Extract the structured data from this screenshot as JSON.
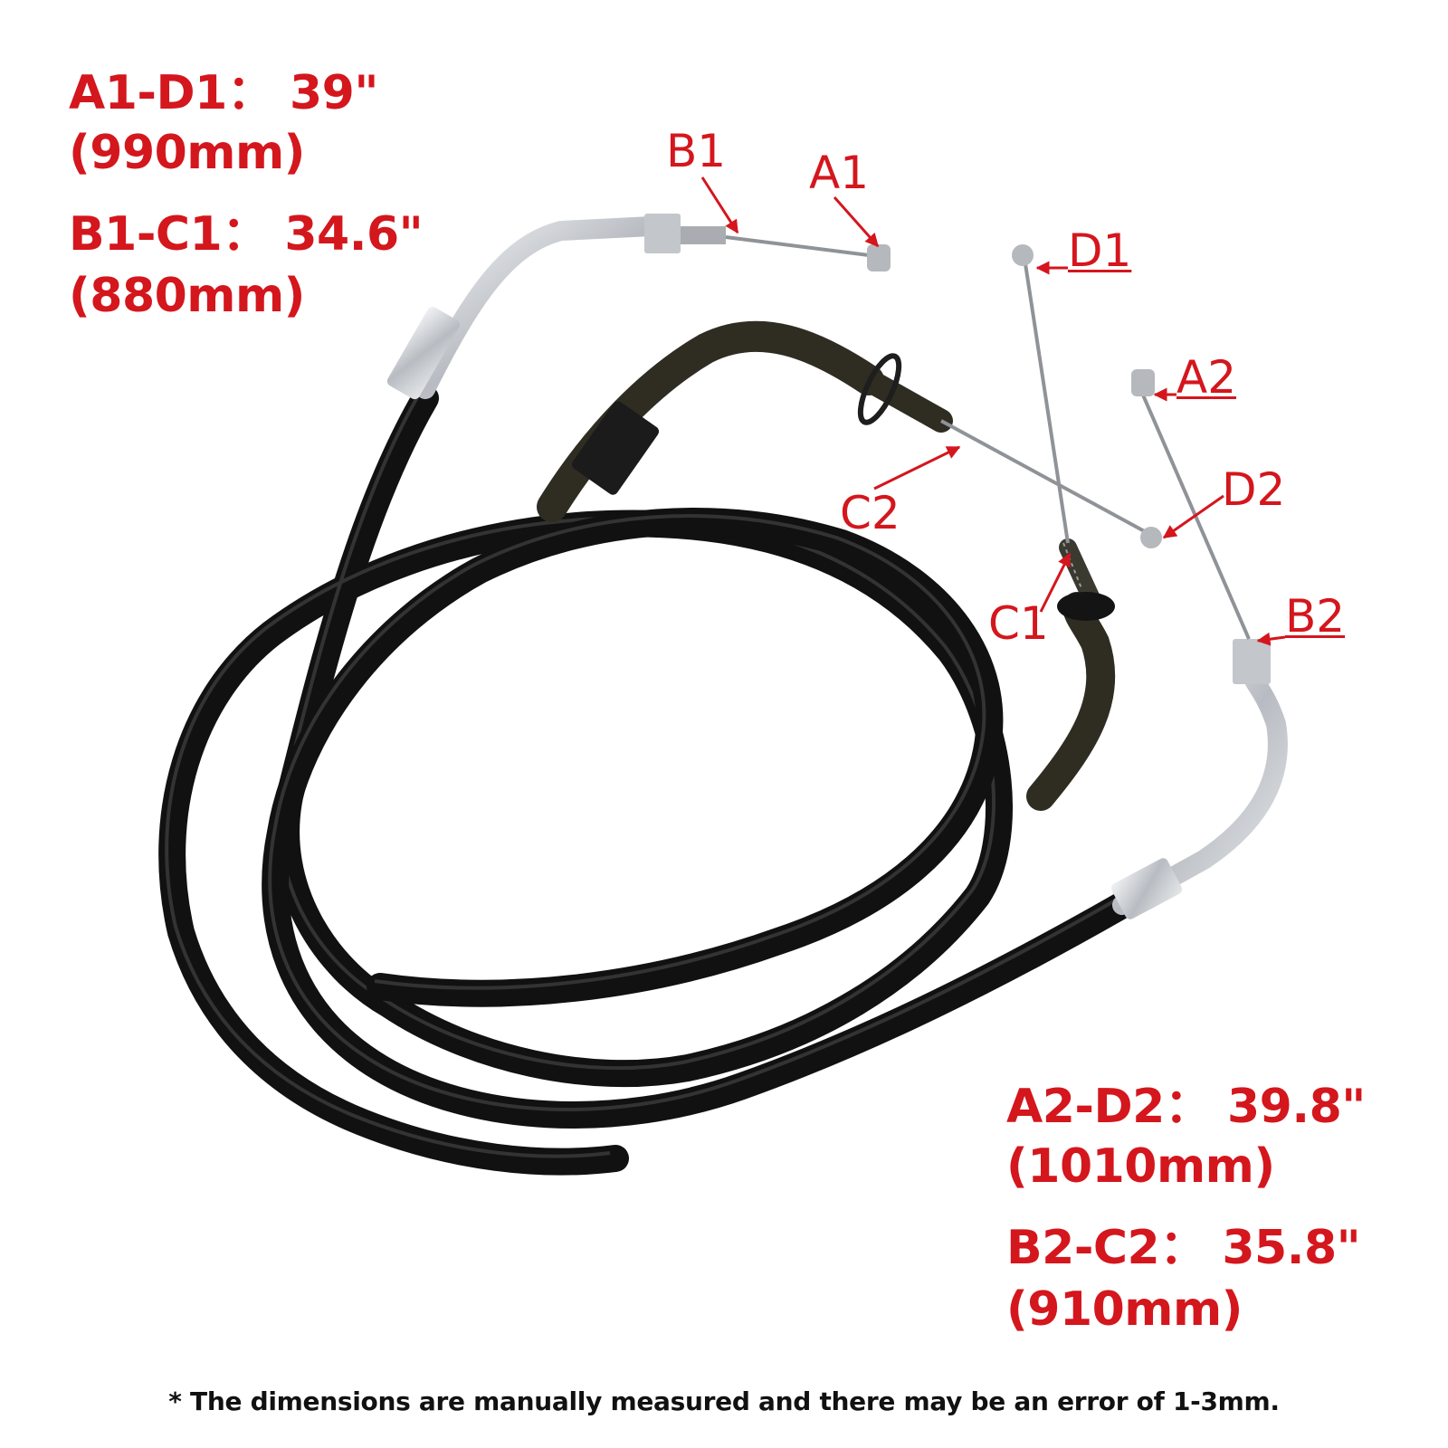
{
  "dimensions_top": [
    {
      "label": "A1-D1：",
      "inches": "39\"",
      "mm": "(990mm)"
    },
    {
      "label": "B1-C1：",
      "inches": "34.6\"",
      "mm": "(880mm)"
    }
  ],
  "dimensions_bottom": [
    {
      "label": "A2-D2：",
      "inches": "39.8\"",
      "mm": "(1010mm)"
    },
    {
      "label": "B2-C2：",
      "inches": "35.8\"",
      "mm": "(910mm)"
    }
  ],
  "point_labels": {
    "b1": "B1",
    "a1": "A1",
    "d1": "D1",
    "a2": "A2",
    "c2": "C2",
    "d2": "D2",
    "c1": "C1",
    "b2": "B2"
  },
  "footnote": "* The dimensions are manually measured and there may be an error of 1-3mm.",
  "colors": {
    "annotation": "#d4161d",
    "cable_black": "#111111",
    "cable_olive": "#2f2d22",
    "chrome": "#c9ccd0"
  }
}
